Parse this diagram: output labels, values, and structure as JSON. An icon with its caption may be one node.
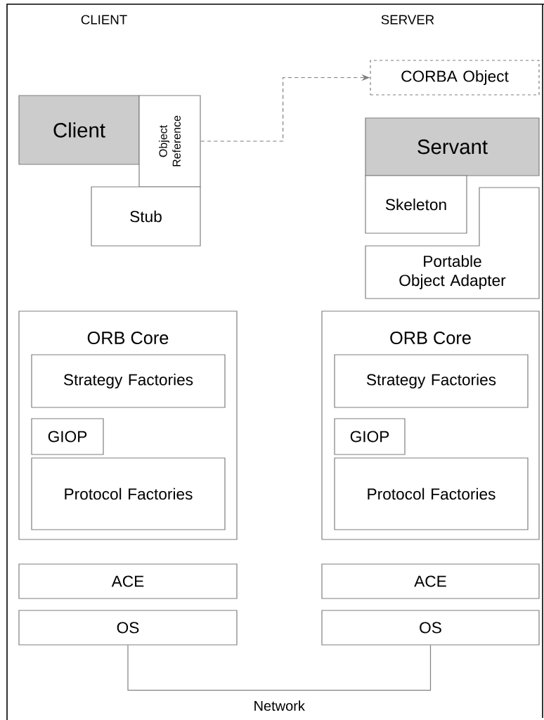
{
  "diagram": {
    "nodes": [
      {
        "text": [
          "Client"
        ]
      },
      {
        "text": [
          "Object Reference"
        ]
      },
      {
        "text": [
          "Stub"
        ]
      },
      {
        "text": [
          "CORBA Object"
        ]
      },
      {
        "text": [
          "Servant"
        ]
      },
      {
        "text": [
          "Skeleton"
        ]
      },
      {
        "text": [
          "Portable Object Adapter"
        ]
      },
      {
        "text": [
          "ORB Core"
        ]
      },
      {
        "text": [
          "Strategy Factories"
        ],
        "in": 7
      },
      {
        "text": [
          "GIOP"
        ],
        "in": 7
      },
      {
        "text": [
          "Protocol Factories"
        ],
        "in": 7
      },
      {
        "text": [
          "ORB Core"
        ]
      },
      {
        "text": [
          "Strategy Factories"
        ],
        "in": 11
      },
      {
        "text": [
          "GIOP"
        ],
        "in": 11
      },
      {
        "text": [
          "Protocol Factories"
        ],
        "in": 11
      },
      {
        "text": [
          "ACE"
        ]
      },
      {
        "text": [
          "OS"
        ]
      },
      {
        "text": [
          "ACE"
        ]
      },
      {
        "text": [
          "OS"
        ]
      }
    ],
    "edges": [
      {
        "from": 1,
        "to": 3,
        "arrow": "to",
        "style": "dashed"
      },
      {
        "from": 16,
        "to": 18,
        "arrow": "none",
        "label": "Network"
      }
    ],
    "labels": [
      "CLIENT",
      "SERVER"
    ]
  }
}
